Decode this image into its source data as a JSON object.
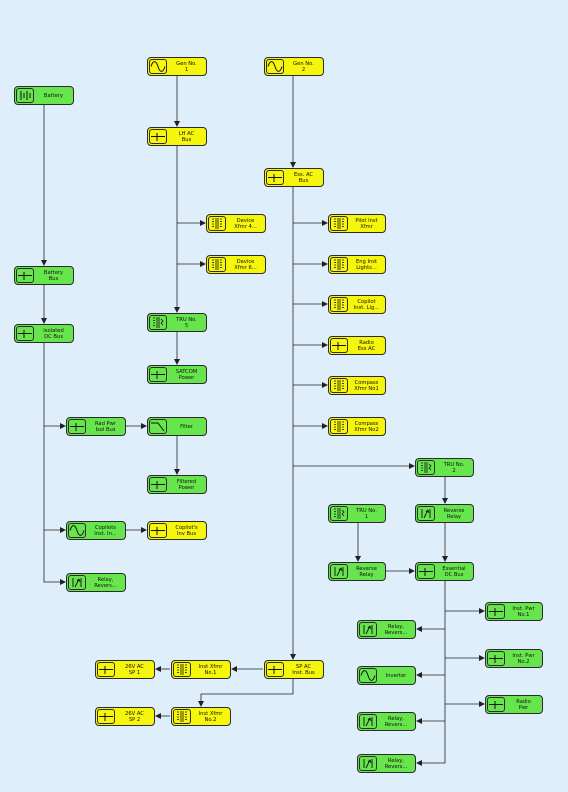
{
  "colors": {
    "green": "#66e64c",
    "yellow": "#f6f50c",
    "background": "#dfeefb",
    "line": "#222222"
  },
  "nodes": {
    "gen1": {
      "label": "Gen No.\n1",
      "icon": "sine-wave-icon",
      "fill": "yellow"
    },
    "gen2": {
      "label": "Gen No.\n2",
      "icon": "sine-wave-icon",
      "fill": "yellow"
    },
    "battery": {
      "label": "Battery",
      "icon": "battery-icon",
      "fill": "green"
    },
    "lhacbus": {
      "label": "LH AC\nBus",
      "icon": "bus-junction-icon",
      "fill": "yellow"
    },
    "essacbus": {
      "label": "Ess. AC\nBus",
      "icon": "bus-junction-icon",
      "fill": "yellow"
    },
    "devxfmr4": {
      "label": "Device\nXfmr 4...",
      "icon": "transformer-icon",
      "fill": "yellow"
    },
    "devxfmr6": {
      "label": "Device\nXfmr 6...",
      "icon": "transformer-icon",
      "fill": "yellow"
    },
    "pilotxfmr": {
      "label": "Pilot Inst\nXfmr",
      "icon": "transformer-icon",
      "fill": "yellow"
    },
    "englights": {
      "label": "Eng Inst\nLights...",
      "icon": "transformer-icon",
      "fill": "yellow"
    },
    "copilotlig": {
      "label": "Copilot\nInst. Lig...",
      "icon": "transformer-icon",
      "fill": "yellow"
    },
    "radioessac": {
      "label": "Radio\nEss AC",
      "icon": "bus-junction-icon",
      "fill": "yellow"
    },
    "compass1": {
      "label": "Compass\nXfmr No1",
      "icon": "transformer-icon",
      "fill": "yellow"
    },
    "compass2": {
      "label": "Compass\nXfmr No2",
      "icon": "transformer-icon",
      "fill": "yellow"
    },
    "batterybus": {
      "label": "Battery\nBus",
      "icon": "bus-junction-icon",
      "fill": "green"
    },
    "isodcbus": {
      "label": "Isolated\nDC Bus",
      "icon": "bus-junction-icon",
      "fill": "green"
    },
    "tru5": {
      "label": "TRU No.\n5",
      "icon": "rectifier-icon",
      "fill": "green"
    },
    "satcom": {
      "label": "SATCOM\nPower",
      "icon": "bus-junction-icon",
      "fill": "green"
    },
    "radpwr": {
      "label": "Rad Pwr\nIsol Bus",
      "icon": "bus-junction-icon",
      "fill": "green"
    },
    "filter": {
      "label": "Filter",
      "icon": "filter-icon",
      "fill": "green"
    },
    "filtpower": {
      "label": "Filtered\nPower",
      "icon": "bus-junction-icon",
      "fill": "green"
    },
    "copilotsinst": {
      "label": "Copilots\nInst. In...",
      "icon": "sine-wave-icon",
      "fill": "green"
    },
    "copilotinv": {
      "label": "Copilot's\nInv Bus",
      "icon": "bus-junction-icon",
      "fill": "yellow"
    },
    "relay1": {
      "label": "Relay,\nRevers...",
      "icon": "relay-icon",
      "fill": "green"
    },
    "tru2": {
      "label": "TRU No.\n2",
      "icon": "rectifier-icon",
      "fill": "green"
    },
    "tru1": {
      "label": "TRU No.\n1",
      "icon": "rectifier-icon",
      "fill": "green"
    },
    "revrelay2": {
      "label": "Reverse\nRelay",
      "icon": "relay-icon",
      "fill": "green"
    },
    "revrelay1": {
      "label": "Reverse\nRelay",
      "icon": "relay-icon",
      "fill": "green"
    },
    "essdcbus": {
      "label": "Essential\nDC Bus",
      "icon": "bus-junction-icon",
      "fill": "green"
    },
    "instpwr1": {
      "label": "Inst. Pwr\nNo.1",
      "icon": "bus-junction-icon",
      "fill": "green"
    },
    "relay2": {
      "label": "Relay,\nRevers...",
      "icon": "relay-icon",
      "fill": "green"
    },
    "instpwr2": {
      "label": "Inst. Pwr\nNo.2",
      "icon": "bus-junction-icon",
      "fill": "green"
    },
    "inverter": {
      "label": "Inverter",
      "icon": "sine-wave-icon",
      "fill": "green"
    },
    "radiopwr": {
      "label": "Radio\nPwr",
      "icon": "bus-junction-icon",
      "fill": "green"
    },
    "relay3": {
      "label": "Relay,\nRevers...",
      "icon": "relay-icon",
      "fill": "green"
    },
    "relay4": {
      "label": "Relay,\nRevers...",
      "icon": "relay-icon",
      "fill": "green"
    },
    "spacbus": {
      "label": "SP AC\nInst. Bus",
      "icon": "bus-junction-icon",
      "fill": "yellow"
    },
    "instxfmr1": {
      "label": "Inst Xfmr\nNo.1",
      "icon": "transformer-icon",
      "fill": "yellow"
    },
    "ac26sp1": {
      "label": "26V AC\nSP 1",
      "icon": "bus-junction-icon",
      "fill": "yellow"
    },
    "instxfmr2": {
      "label": "Inst Xfmr\nNo.2",
      "icon": "transformer-icon",
      "fill": "yellow"
    },
    "ac26sp2": {
      "label": "26V AC\nSP 2",
      "icon": "bus-junction-icon",
      "fill": "yellow"
    }
  }
}
